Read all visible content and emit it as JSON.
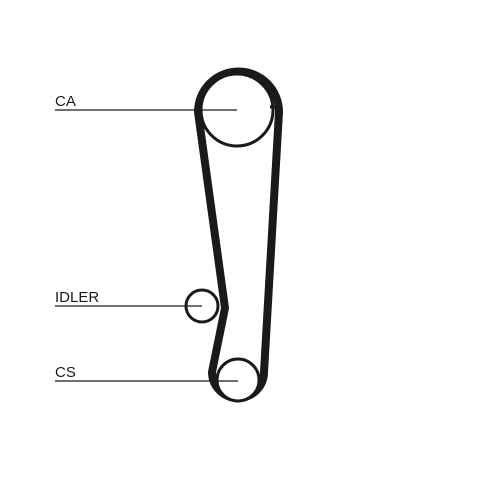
{
  "diagram": {
    "labels": {
      "camshaft": "CA",
      "idler": "IDLER",
      "crankshaft": "CS"
    }
  }
}
